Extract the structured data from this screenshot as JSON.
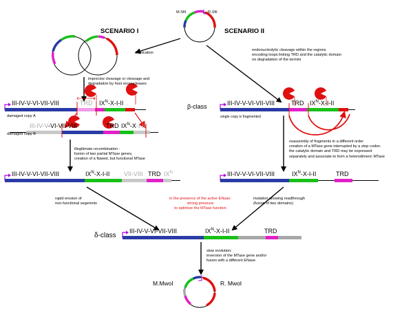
{
  "top": {
    "msfi": "M.SfiI",
    "rsfi": "R.SfiI",
    "scenario1": "SCENARIO I",
    "scenario2": "SCENARIO II",
    "duplication": "duplication"
  },
  "s1": {
    "imprecise": [
      "imprecise cleavage or cleavage and",
      "degradation by host exonucleases"
    ],
    "delta": "Δ",
    "damaged_a": "damaged copy A",
    "damaged_b": "damaged copy B",
    "a_seg1": "III-IV-V-VI-VII-VIII",
    "a_trd": "TRD",
    "a_seg2": "IX",
    "a_seg2sup": "N",
    "a_seg3": "-X-I-II",
    "b_seg1": "III-IV-V",
    "b_seg2": "-VI-VII-VIII",
    "b_trd": "TRD",
    "b_seg3": "IX",
    "b_seg3sup": "N",
    "b_seg4": "-X",
    "b_seg5": "-I-II",
    "illegit": [
      "illegitimate recombination -",
      "fusion of two partial MTase genes,",
      "creation of a flawed, but functional MTase"
    ],
    "r_seg1": "III-IV-V-VI-VII-VIII",
    "r_seg2": "IX",
    "r_seg2sup": "N",
    "r_seg3": "-X-I-II",
    "r_seg4": "VII-VIII",
    "r_trd": "TRD",
    "r_seg5": "IX",
    "r_seg5sup": "N",
    "rapid": [
      "rapid erosion of",
      "non-functional segemnts"
    ]
  },
  "s2": {
    "endo": [
      "endonucleolytic cleavage within the regions",
      "encoding loops linking TRD and the catalytic domain",
      "no degradation of the termini"
    ],
    "beta": "β-class",
    "f_seg1": "III-IV-V-VI-VII-VIII",
    "f_trd": "TRD",
    "f_seg2": "IX",
    "f_seg2sup": "N",
    "f_seg3": "-X-I-II",
    "single": "single copy is fragmented",
    "reassembly": [
      "reassembly of fragments in a different order",
      "creation of a MTase gene interrupted by a stop codon.",
      "the catalytic domain and TRD may be expressed",
      "separately and associate to form a heterodimeric MTase"
    ],
    "r_seg1": "III-IV-V-VI-VII-VIII",
    "r_seg2": "IX",
    "r_seg2sup": "N",
    "r_seg3": "-X-I-II",
    "r_trd": "TRD",
    "mutation": [
      "mutation allowing readthrough",
      "(fusion of two domains)"
    ]
  },
  "middle": {
    "pressure": [
      "in the presence of the active ENase:",
      "strong pressure",
      "to optimize the MTase function"
    ]
  },
  "delta_class": {
    "label": "δ-class",
    "seg1": "III-IV-V-VI-VII-VIII",
    "seg2": "IX",
    "seg2sup": "N",
    "seg3": "-X-I-II",
    "trd": "TRD"
  },
  "bottom": {
    "slow": [
      "slow evolution:",
      "inversion of the MTase gene and/or",
      "fusion with a different ENase"
    ],
    "mmwo": "M.MwoI",
    "rmwo": "R. MwoI"
  },
  "colors": {
    "blue": "#2a3aa6",
    "green": "#18c018",
    "magenta": "#e020c8",
    "red": "#e01010",
    "grey": "#a8a8a8",
    "black": "#000000",
    "purple": "#b000e0"
  }
}
